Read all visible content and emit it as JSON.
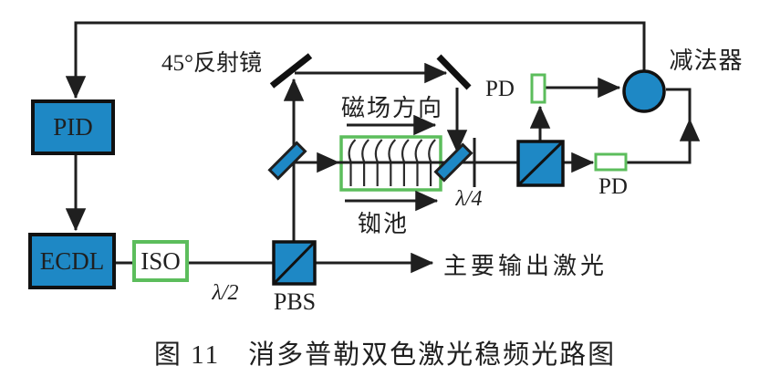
{
  "figure": {
    "caption": "图 11　消多普勒双色激光稳频光路图",
    "labels": {
      "pid": "PID",
      "ecdl": "ECDL",
      "iso": "ISO",
      "pbs": "PBS",
      "half_wave_plate": "λ/2",
      "quarter_wave_plate": "λ/4",
      "mirror_45": "45°反射镜",
      "field_direction": "磁场方向",
      "rb_cell": "铷池",
      "main_output": "主要输出激光",
      "pd_top": "PD",
      "pd_bottom": "PD",
      "subtractor": "减法器"
    },
    "colors": {
      "component_blue": "#1e88c5",
      "outline_green": "#5cbd5c",
      "line_black": "#1f1f1f"
    }
  }
}
